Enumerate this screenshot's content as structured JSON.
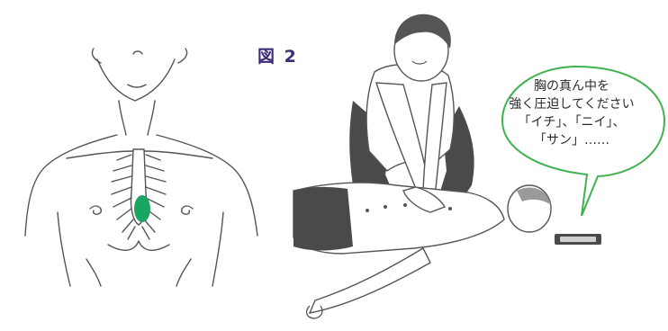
{
  "figure": {
    "label": "図 2"
  },
  "speech_bubble": {
    "lines": [
      "胸の真ん中を",
      "強く圧迫してください",
      "「イチ」、「ニイ」、",
      "「サン」……"
    ]
  },
  "colors": {
    "line": "#555555",
    "dark_clothing": "#4a4a4a",
    "sternum_highlight": "#1aa561",
    "bubble_outline": "#3fb24f",
    "label": "#3c2c78"
  },
  "icons": {
    "sternum_marker": "sternum-highlight-icon",
    "phone": "smartphone-icon"
  }
}
